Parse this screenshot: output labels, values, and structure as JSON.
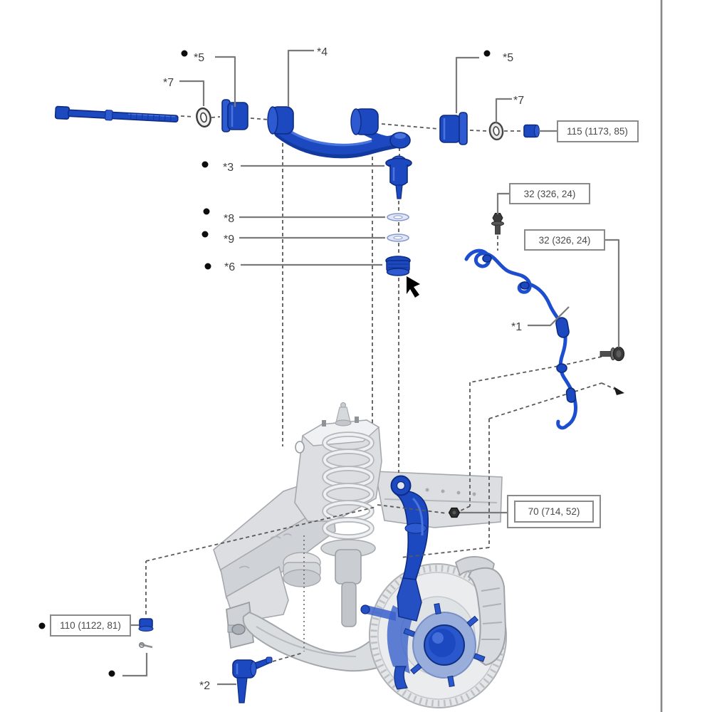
{
  "figure": {
    "type": "exploded-suspension-parts-diagram",
    "subject": "front suspension upper control arm, ball joint, knuckle and hub",
    "labels": {
      "l1": "*1",
      "l2": "*2",
      "l3": "*3",
      "l4": "*4",
      "l5a": "*5",
      "l5b": "*5",
      "l6": "*6",
      "l7a": "*7",
      "l7b": "*7",
      "l8": "*8",
      "l9": "*9"
    },
    "torques": {
      "t115": "115 (1173, 85)",
      "t32a": "32 (326, 24)",
      "t32b": "32 (326, 24)",
      "t70": "70 (714, 52)",
      "t110": "110 (1122, 81)"
    },
    "colors": {
      "highlight_blue": "#1d49c0",
      "highlight_blue_dark": "#0d2b80",
      "gray_part": "#dcdee1",
      "leader_line": "#7a7a7a",
      "label_text": "#3f3f3f"
    }
  }
}
